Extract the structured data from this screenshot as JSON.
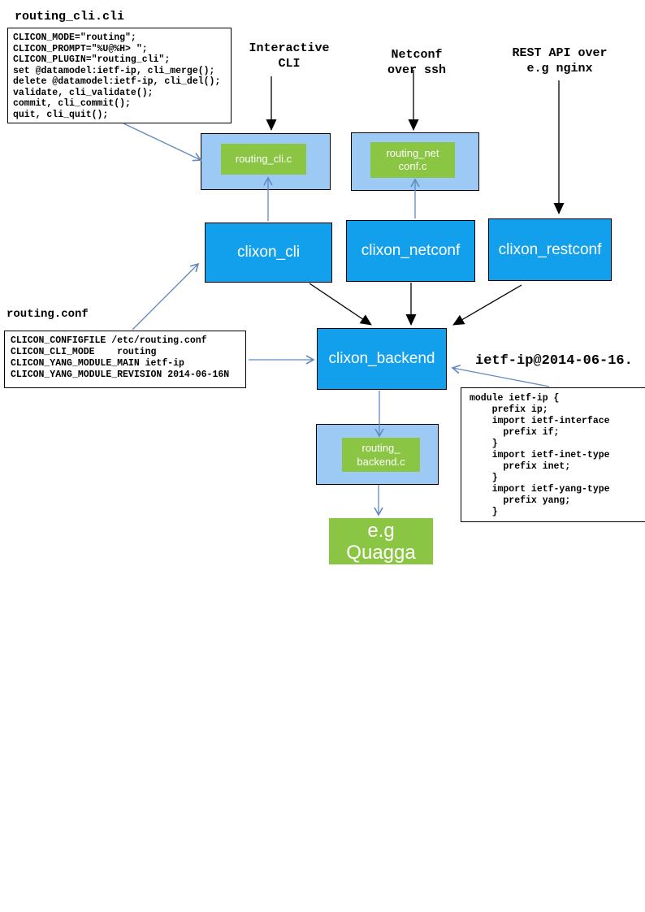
{
  "diagram": {
    "cli_file": {
      "title": "routing_cli.cli",
      "code": "CLICON_MODE=\"routing\";\nCLICON_PROMPT=\"%U@%H> \";\nCLICON_PLUGIN=\"routing_cli\";\nset @datamodel:ietf-ip, cli_merge();\ndelete @datamodel:ietf-ip, cli_del();\nvalidate, cli_validate();\ncommit, cli_commit();\nquit, cli_quit();"
    },
    "conf_file": {
      "title": "routing.conf",
      "code": "CLICON_CONFIGFILE /etc/routing.conf\nCLICON_CLI_MODE    routing\nCLICON_YANG_MODULE_MAIN ietf-ip\nCLICON_YANG_MODULE_REVISION 2014-06-16N"
    },
    "yang_file": {
      "title": "ietf-ip@2014-06-16.",
      "code": "module ietf-ip {\n    prefix ip;\n    import ietf-interface\n      prefix if;\n    }\n    import ietf-inet-type\n      prefix inet;\n    }\n    import ietf-yang-type\n      prefix yang;\n    }"
    },
    "labels": {
      "interactive_cli": "Interactive\nCLI",
      "netconf_ssh": "Netconf\nover ssh",
      "rest_api": "REST API over\ne.g nginx"
    },
    "plugins": {
      "cli": "routing_cli.c",
      "netconf": "routing_net\nconf.c",
      "backend": "routing_\nbackend.c"
    },
    "processes": {
      "cli": "clixon_cli",
      "netconf": "clixon_netconf",
      "restconf": "clixon_restconf",
      "backend": "clixon_backend",
      "quagga": "e.g\nQuagga"
    },
    "colors": {
      "process_blue": "#129fec",
      "plugin_light_blue": "#9ccaf5",
      "green": "#8ac543",
      "arrow_blue": "#6189c0",
      "arrow_black": "#000000"
    }
  }
}
